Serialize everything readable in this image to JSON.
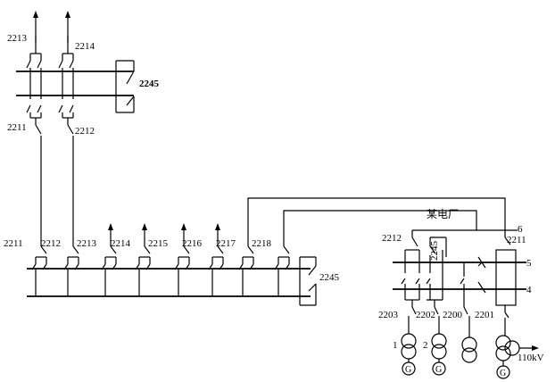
{
  "top_station": {
    "outgoing_labels": [
      "2213",
      "2214"
    ],
    "incoming_labels": [
      "2211",
      "2212"
    ],
    "coupler_label": "2245"
  },
  "mid_station": {
    "bay_labels": [
      "2211",
      "2212",
      "2213",
      "2214",
      "2215",
      "2216",
      "2217",
      "2218"
    ],
    "coupler_label": "2245"
  },
  "plant": {
    "name": "某电厂",
    "bay_labels": [
      "2212",
      "2245",
      "2211"
    ],
    "line_label": "6",
    "bus_labels": [
      "5",
      "4"
    ],
    "bottom_labels": [
      "2203",
      "2202",
      "2200",
      "2201"
    ],
    "unit_labels": [
      "1",
      "2"
    ],
    "voltage_label": "110kV",
    "generator_symbol": "G"
  }
}
